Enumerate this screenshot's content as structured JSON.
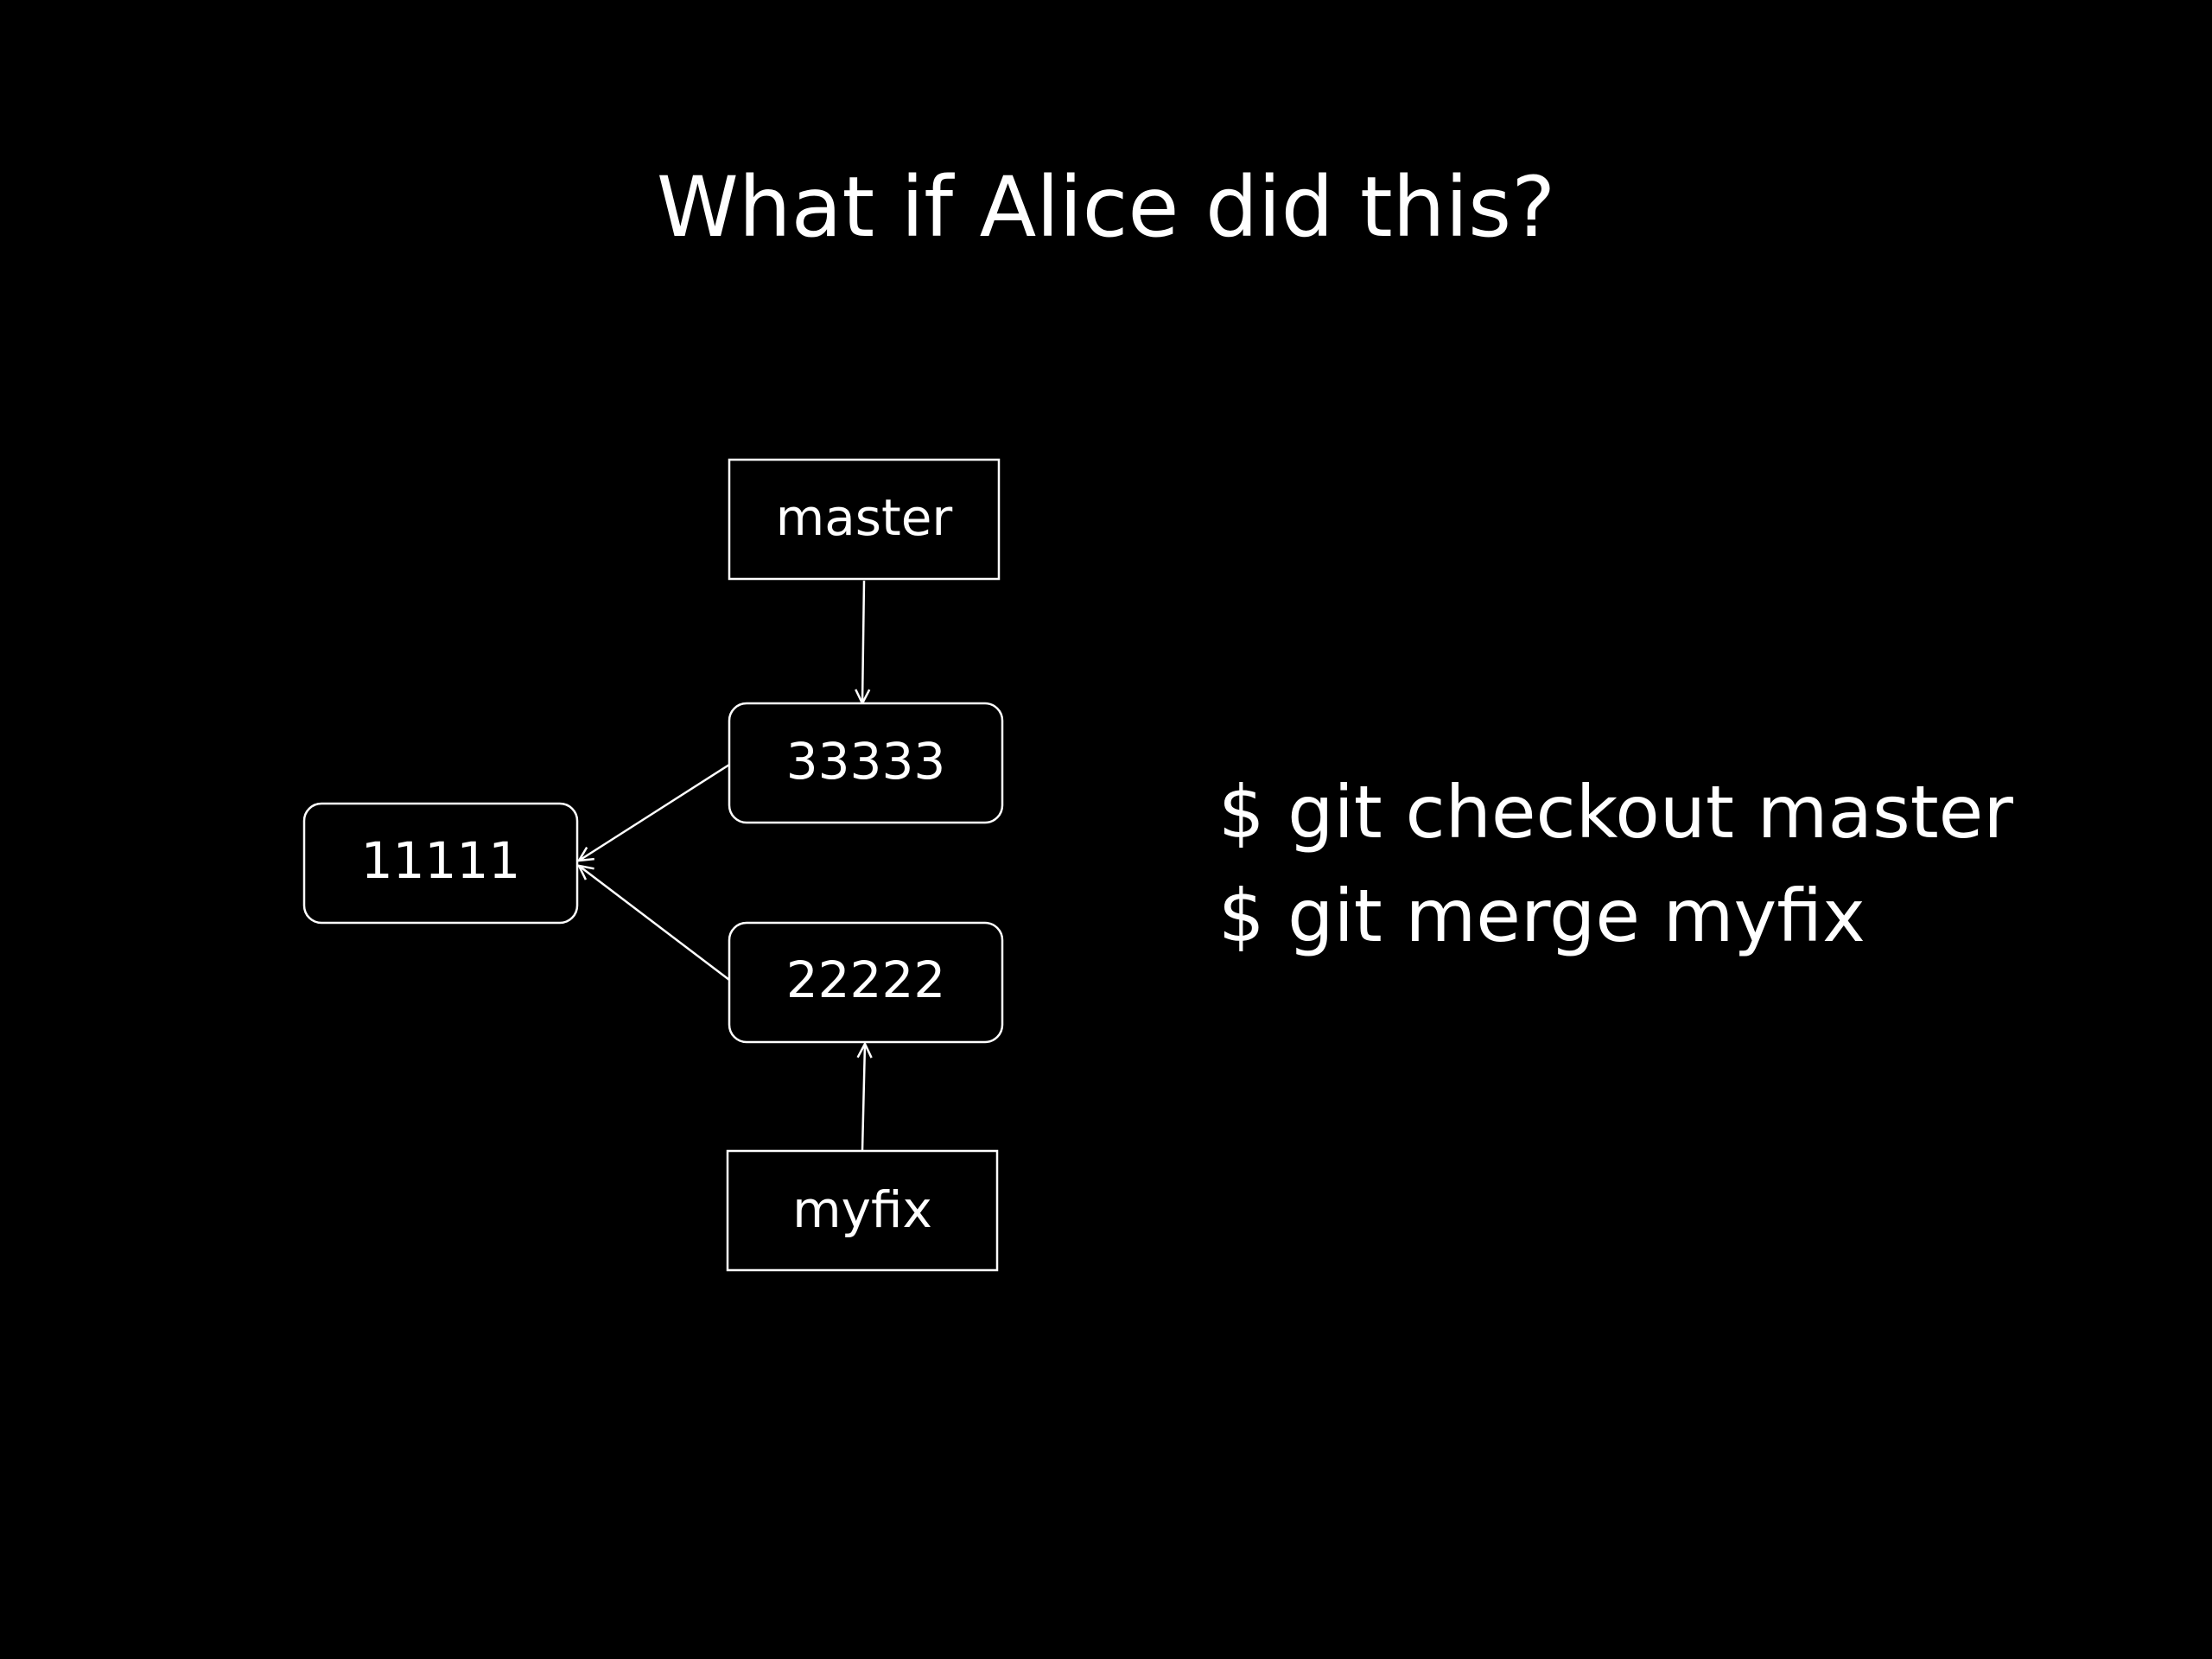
{
  "slide": {
    "title": "What if Alice did this?"
  },
  "diagram": {
    "branches": {
      "master": "master",
      "myfix": "myfix"
    },
    "commits": {
      "c1": "11111",
      "c2": "22222",
      "c3": "33333"
    }
  },
  "commands": [
    "$ git checkout master",
    "$ git merge myfix"
  ],
  "colors": {
    "background": "#000000",
    "foreground": "#ffffff"
  }
}
